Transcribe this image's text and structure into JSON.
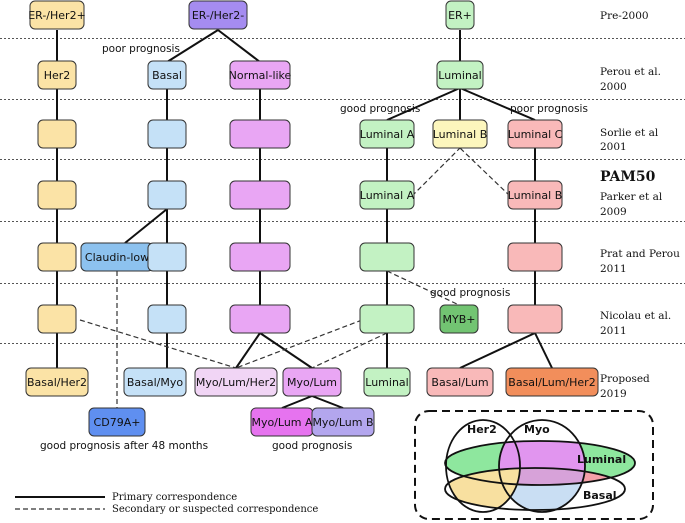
{
  "eras": [
    {
      "label": [
        "Pre-2000"
      ]
    },
    {
      "label": [
        "Perou et al.",
        "2000"
      ]
    },
    {
      "label": [
        "Sorlie et al",
        "2001"
      ]
    },
    {
      "label": [
        "PAM50",
        "Parker et al",
        "2009"
      ]
    },
    {
      "label": [
        "Prat and Perou",
        "2011"
      ]
    },
    {
      "label": [
        "Nicolau et al.",
        "2011"
      ]
    },
    {
      "label": [
        "Proposed",
        "2019"
      ]
    }
  ],
  "node_labels": {
    "erneg_her2pos": "ER-/Her2+",
    "erneg_her2neg": "ER-/Her2-",
    "erpos": "ER+",
    "her2": "Her2",
    "basal": "Basal",
    "normal_like": "Normal-like",
    "luminal": "Luminal",
    "luminal_a": "Luminal A",
    "luminal_b": "Luminal B",
    "luminal_c": "Luminal C",
    "claudin_low": "Claudin-low",
    "myb": "MYB+",
    "basal_her2": "Basal/Her2",
    "basal_myo": "Basal/Myo",
    "myo_lum_her2": "Myo/Lum/Her2",
    "myo_lum": "Myo/Lum",
    "luminal_final": "Luminal",
    "basal_lum": "Basal/Lum",
    "basal_lum_her2": "Basal/Lum/Her2",
    "cd79a": "CD79A+",
    "myo_lum_a": "Myo/Lum A",
    "myo_lum_b": "Myo/Lum B"
  },
  "annotations": {
    "poor_prognosis_1": "poor prognosis",
    "good_prognosis_1": "good prognosis",
    "poor_prognosis_2": "poor prognosis",
    "good_prognosis_myb": "good prognosis",
    "good_prognosis_48": "good prognosis after 48 months",
    "good_prognosis_myolum": "good prognosis"
  },
  "legend": {
    "primary": "Primary correspondence",
    "secondary": "Secondary or suspected correspondence"
  },
  "venn": {
    "her2": "Her2",
    "myo": "Myo",
    "luminal": "Luminal",
    "basal": "Basal"
  },
  "colors": {
    "her2_yellow": "#fbe3a6",
    "basal_blue": "#c5e1f7",
    "purple": "#a58cf0",
    "violet": "#e9a6f4",
    "green": "#c3f2c3",
    "light_yellow": "#fcf6bd",
    "pink": "#f9b9b9",
    "dark_green": "#72c472",
    "claudin_blue": "#8dc2ef",
    "pale_violet": "#f1d5f5",
    "orange": "#f28e5b",
    "cd79a_blue": "#5f8ff0",
    "magenta": "#e673ef",
    "lavender": "#b3a6ee"
  }
}
